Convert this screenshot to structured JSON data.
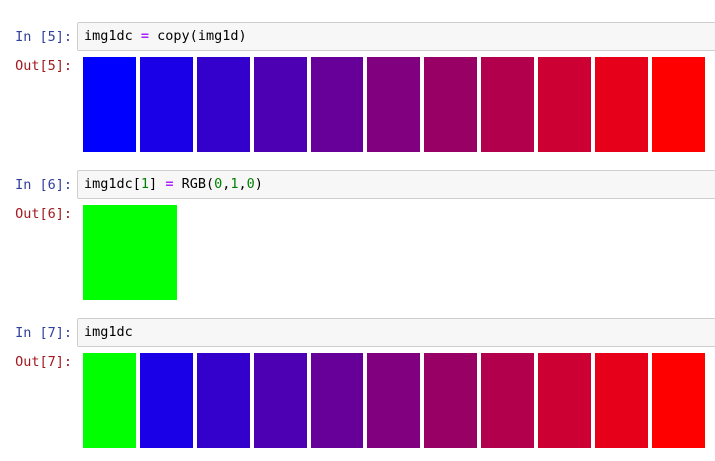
{
  "cells": [
    {
      "in_prompt": "In [5]:",
      "code": [
        {
          "text": "img1dc ",
          "kind": "plain"
        },
        {
          "text": "=",
          "kind": "op"
        },
        {
          "text": " copy(img1d)",
          "kind": "plain"
        }
      ],
      "out_prompt": "Out[5]:",
      "output_type": "strip",
      "colors": [
        "#0000ff",
        "#1a00e6",
        "#3300cc",
        "#4d00b3",
        "#660099",
        "#800080",
        "#990066",
        "#b3004d",
        "#cc0033",
        "#e6001a",
        "#ff0000"
      ]
    },
    {
      "in_prompt": "In [6]:",
      "code": [
        {
          "text": "img1dc[",
          "kind": "plain"
        },
        {
          "text": "1",
          "kind": "num"
        },
        {
          "text": "] ",
          "kind": "plain"
        },
        {
          "text": "=",
          "kind": "op"
        },
        {
          "text": " RGB(",
          "kind": "plain"
        },
        {
          "text": "0",
          "kind": "num"
        },
        {
          "text": ",",
          "kind": "plain"
        },
        {
          "text": "1",
          "kind": "num"
        },
        {
          "text": ",",
          "kind": "plain"
        },
        {
          "text": "0",
          "kind": "num"
        },
        {
          "text": ")",
          "kind": "plain"
        }
      ],
      "out_prompt": "Out[6]:",
      "output_type": "big",
      "colors": [
        "#00ff00"
      ]
    },
    {
      "in_prompt": "In [7]:",
      "code": [
        {
          "text": "img1dc",
          "kind": "plain"
        }
      ],
      "out_prompt": "Out[7]:",
      "output_type": "strip",
      "colors": [
        "#00ff00",
        "#1a00e6",
        "#3300cc",
        "#4d00b3",
        "#660099",
        "#800080",
        "#990066",
        "#b3004d",
        "#cc0033",
        "#e6001a",
        "#ff0000"
      ]
    }
  ]
}
